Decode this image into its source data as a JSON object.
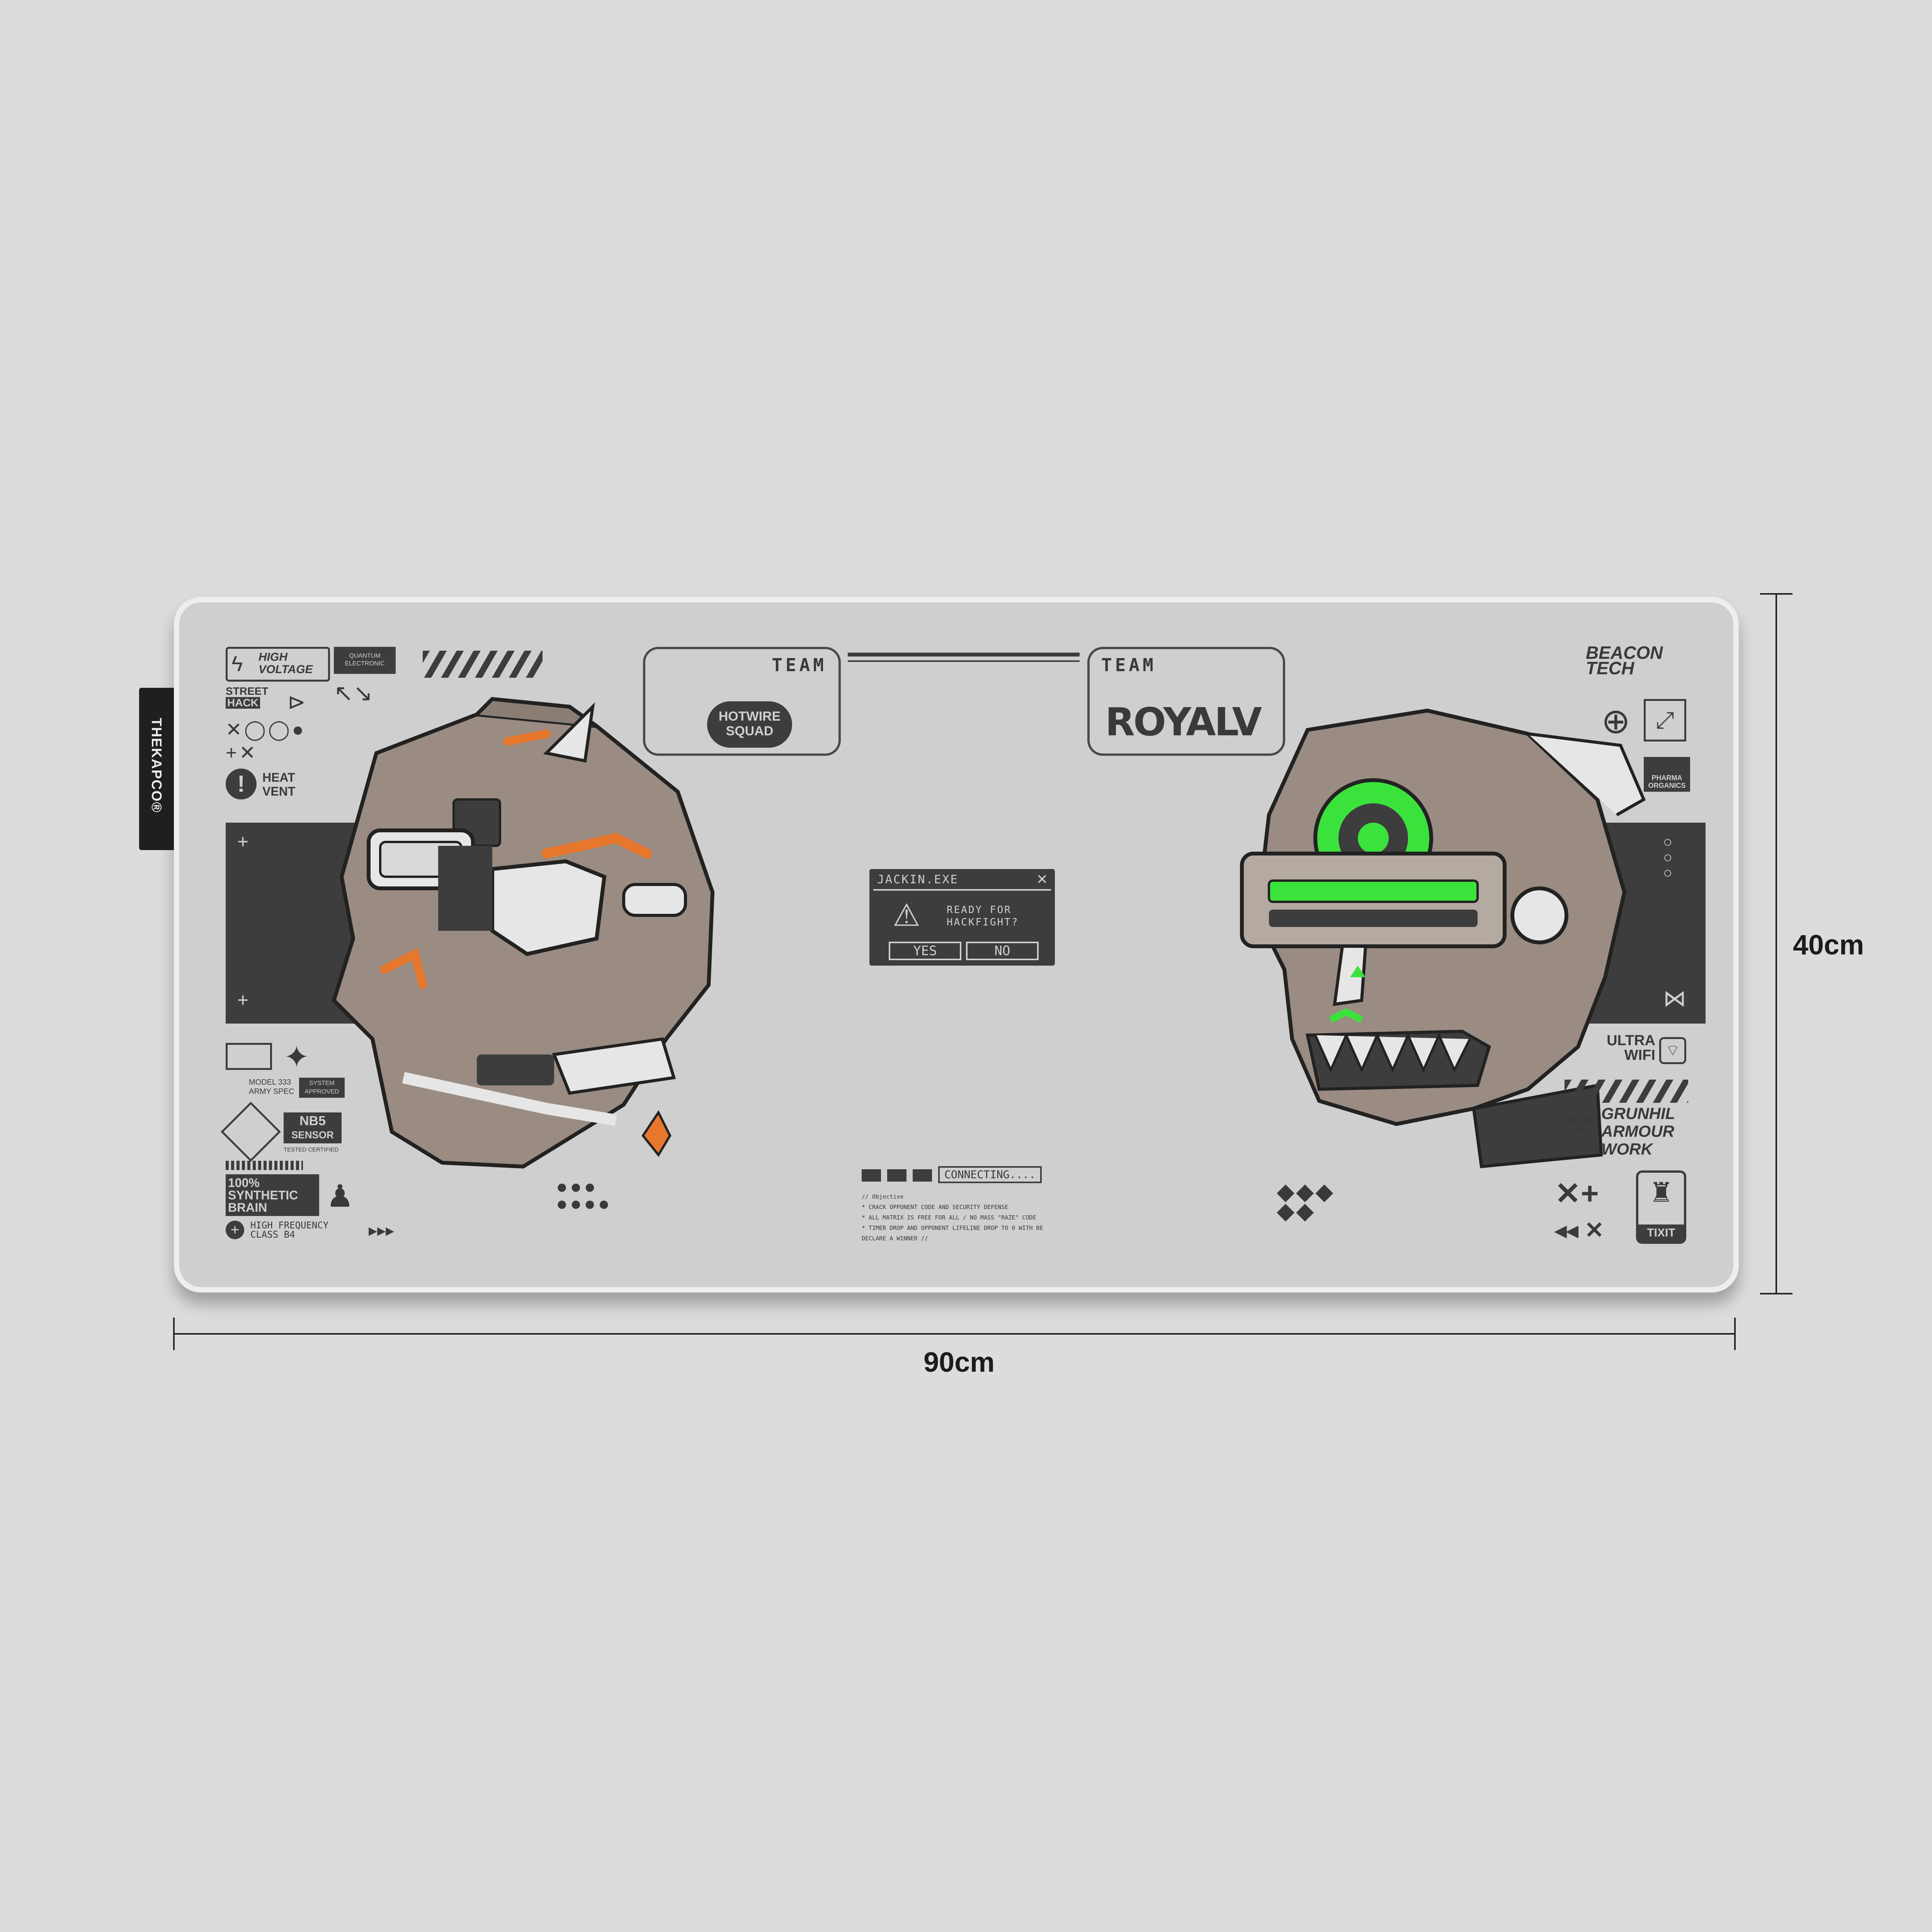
{
  "brand_tag": "THEKAPCO®",
  "dimensions": {
    "width": "90cm",
    "height": "40cm"
  },
  "team_left": {
    "title": "TEAM",
    "name": "HOTWIRE SQUAD",
    "name_line1": "HOTWIRE",
    "name_line2": "SQUAD"
  },
  "team_right": {
    "title": "TEAM",
    "name": "ROYAL V",
    "logo_text": "ROYALV"
  },
  "dialog": {
    "title": "JACKIN.EXE",
    "message_line1": "READY FOR",
    "message_line2": "HACKFIGHT?",
    "yes": "YES",
    "no": "NO"
  },
  "connecting": "CONNECTING....",
  "objective": {
    "heading": "// Objective",
    "line1": "* CRACK OPPONENT CODE AND SECURITY DEFENSE",
    "line2": "* ALL MATRIX IS FREE FOR ALL / NO MASS \"RAZE\" CODE",
    "line3": "* TIMER DROP AND OPPONENT LIFELINE DROP TO 0 WITH BE",
    "line4": "DECLARE A WINNER //"
  },
  "left_badges": {
    "high_voltage_1": "HIGH",
    "high_voltage_2": "VOLTAGE",
    "quantum_1": "QUANTUM",
    "quantum_2": "ELECTRONIC",
    "street_hack_1": "STREET",
    "street_hack_2": "HACK",
    "heat_vent_1": "HEAT",
    "heat_vent_2": "VENT",
    "model_1": "MODEL 333",
    "model_2": "ARMY SPEC",
    "system_1": "SYSTEM",
    "system_2": "APPROVED",
    "sensor_1": "NB5",
    "sensor_2": "SENSOR",
    "tested": "TESTED CERTIFIED",
    "synthetic_1": "100%",
    "synthetic_2": "SYNTHETIC",
    "synthetic_3": "BRAIN",
    "high_freq_1": "HIGH FREQUENCY",
    "high_freq_2": "CLASS B4"
  },
  "right_badges": {
    "beacon_1": "BEACON",
    "beacon_2": "TECH",
    "pharma_1": "PHARMA",
    "pharma_2": "ORGANICS",
    "wifi_1": "ULTRA",
    "wifi_2": "WIFI",
    "grunhil_1": "GRUNHIL",
    "grunhil_2": "ARMOUR",
    "grunhil_3": "WORK",
    "tixit": "TIXIT"
  },
  "colors": {
    "pad": "#cfcfcf",
    "dark": "#3d3d3d",
    "head": "#9a8c82",
    "orange": "#e8772e",
    "green": "#3ce23c"
  }
}
